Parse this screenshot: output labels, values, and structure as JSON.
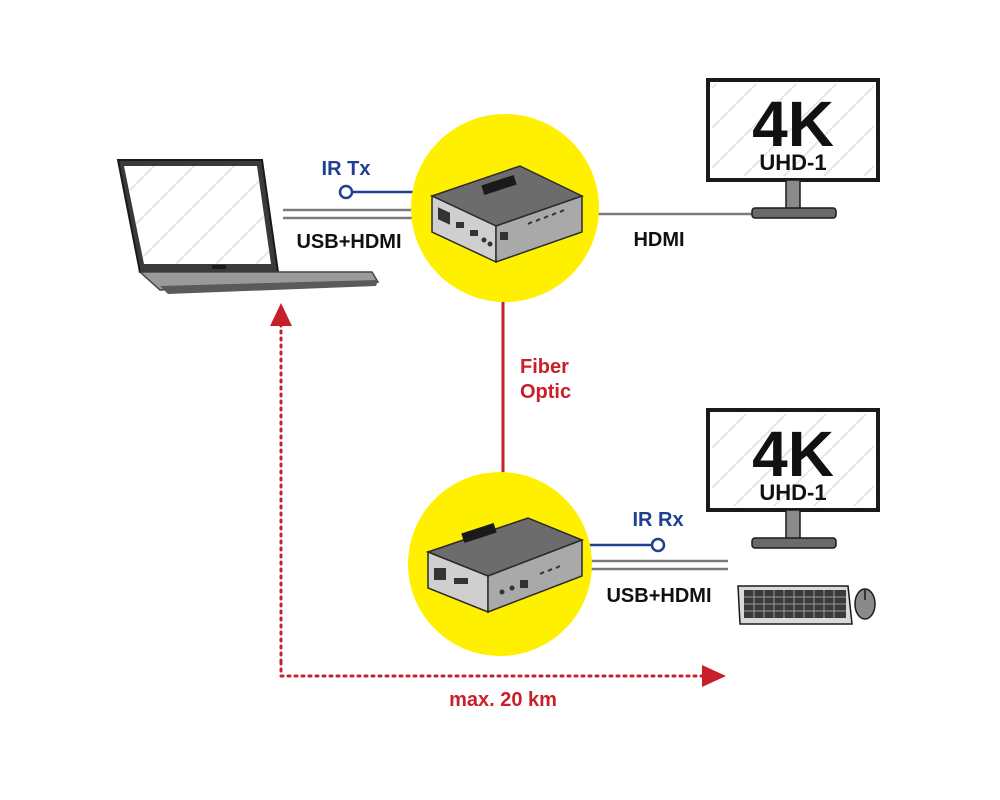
{
  "labels": {
    "ir_tx": "IR Tx",
    "usb_hdmi_top": "USB+HDMI",
    "hdmi": "HDMI",
    "fiber_line1": "Fiber",
    "fiber_line2": "Optic",
    "ir_rx": "IR Rx",
    "usb_hdmi_bottom": "USB+HDMI",
    "distance": "max. 20 km"
  },
  "monitors": [
    {
      "big": "4K",
      "small": "UHD-1"
    },
    {
      "big": "4K",
      "small": "UHD-1"
    }
  ],
  "colors": {
    "blue": "#1f3f8f",
    "red": "#c8202a",
    "yellow": "#fff000",
    "gray_line": "#7a7a7a"
  }
}
